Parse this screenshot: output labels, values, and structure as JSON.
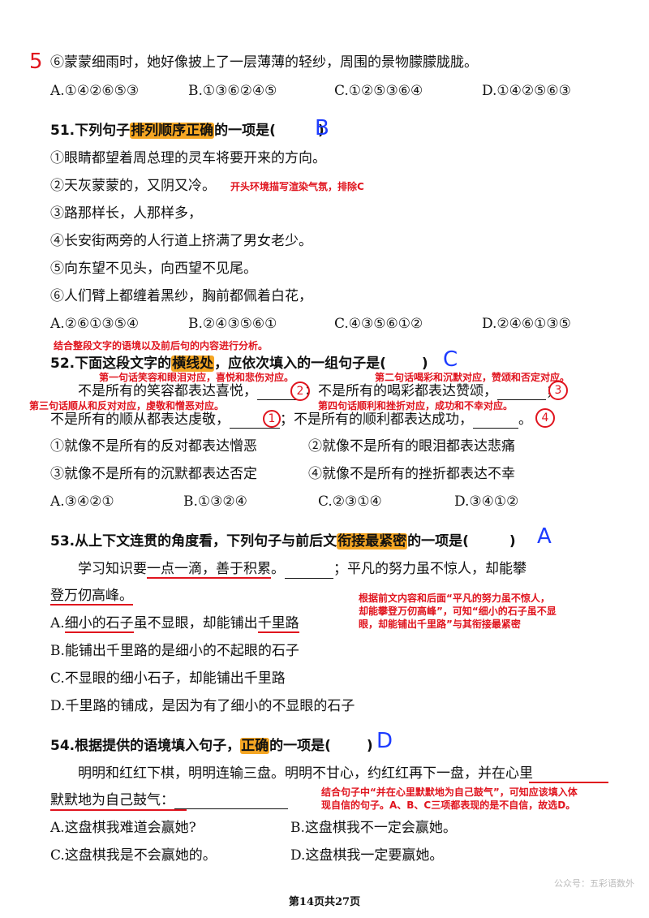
{
  "prev_question": {
    "marker": "5",
    "line6": "⑥蒙蒙细雨时，她好像披上了一层薄薄的轻纱，周围的景物朦朦胧胧。",
    "options": [
      "A.①④②⑥⑤③",
      "B.①③⑥②④⑤",
      "C.①②⑤③⑥④",
      "D.①④②⑤⑥③"
    ]
  },
  "q51": {
    "prefix": "51.下列句子",
    "highlight": "排列顺序正确",
    "suffix": "的一项是(",
    "close": ")",
    "answer": "B",
    "items": [
      "①眼睛都望着周总理的灵车将要开来的方向。",
      "②天灰蒙蒙的，又阴又冷。",
      "③路那样长，人那样多，",
      "④长安街两旁的人行道上挤满了男女老少。",
      "⑤向东望不见头，向西望不见尾。",
      "⑥人们臂上都缠着黑纱，胸前都佩着白花，"
    ],
    "note": "开头环境描写渲染气氛，排除C",
    "options": [
      "A.②⑥①③⑤④",
      "B.②④③⑤⑥①",
      "C.④③⑤⑥①②",
      "D.②④⑥①③⑤"
    ]
  },
  "q52": {
    "intro_note": "结合整段文字的语境以及前后句的内容进行分析。",
    "prefix": "52.下面这段文字的",
    "highlight": "横线处",
    "suffix": "，应依次填入的一组句子是(",
    "close": ")",
    "answer": "C",
    "note1": "第一句话笑容和眼泪对应，喜悦和悲伤对应。",
    "note2": "第二句话喝彩和沉默对应，赞颂和否定对应。",
    "note3": "第三句话顺从和反对对应，虔敬和憎恶对应。",
    "note4": "第四句话顺利和挫折对应，成功和不幸对应。",
    "text1a": "不是所有的笑容都表达喜悦，",
    "text1b": "；不是所有的喝彩都表达赞颂，",
    "text2a": "不是所有的顺从都表达虔敬，",
    "text2b": "；不是所有的顺利都表达成功，",
    "period": "。",
    "semi": "；",
    "fill1": "2",
    "fill2": "3",
    "fill3": "1",
    "fill4": "4",
    "choice1": "①就像不是所有的反对都表达憎恶",
    "choice2": "②就像不是所有的眼泪都表达悲痛",
    "choice3": "③就像不是所有的沉默都表达否定",
    "choice4": "④就像不是所有的挫折都表达不幸",
    "options": [
      "A.③④②①",
      "B.①③②④",
      "C.②③①④",
      "D.③④①②"
    ]
  },
  "q53": {
    "prefix": "53.从上下文连贯的角度看，下列句子与前后文",
    "highlight": "衔接最紧密",
    "suffix": "的一项是(",
    "close": ")",
    "answer": "A",
    "text_a": "学习知识要",
    "text_b": "一点一滴，善于积累",
    "text_c": "。",
    "text_d": "；平凡的努力虽不惊人，却能攀",
    "text_e": "登万仞高峰。",
    "note": [
      "根据前文内容和后面“平凡的努力虽不惊人，",
      "却能攀登万仞高峰”，可知“细小的石子虽不显",
      "眼，却能铺出千里路”与其衔接最紧密"
    ],
    "opt_a1": "A.",
    "opt_a2": "细小的石子",
    "opt_a3": "虽不显眼，却能铺出",
    "opt_a4": "千里路",
    "options_rest": [
      "B.能铺出千里路的是细小的不起眼的石子",
      "C.不显眼的细小石子，却能铺出千里路",
      "D.千里路的铺成，是因为有了细小的不显眼的石子"
    ]
  },
  "q54": {
    "prefix": "54.根据提供的语境填入句子，",
    "highlight": "正确",
    "suffix": "的一项是(",
    "close": ")",
    "answer": "D",
    "text1": "明明和红红下棋，明明连输三盘。明明不甘心，约红红再下一盘，",
    "text1_ul": "并在心里",
    "text2_ul": "默默地为自己鼓气",
    "text2_end": "：",
    "note": [
      "结合句子中“并在心里默默地为自己鼓气”，可知应该填入体",
      "现自信的句子。A、B、C三项都表现的是不自信，故选D。"
    ],
    "options": [
      "A.这盘棋我难道会赢她?",
      "B.这盘棋我不一定会赢她。",
      "C.这盘棋我是不会赢她的。",
      "D.这盘棋我一定要赢她。"
    ]
  },
  "footer": "第14页共27页",
  "watermark": "公众号：五彩语数外"
}
